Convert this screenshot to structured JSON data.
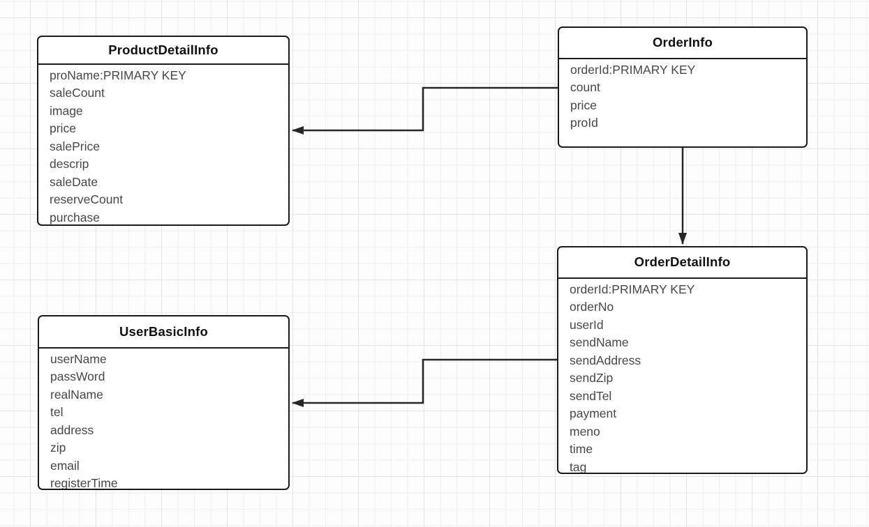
{
  "diagram": {
    "type": "entity-relationship",
    "entities": [
      {
        "id": "product-detail-info",
        "title": "ProductDetailInfo",
        "fields": [
          "proName:PRIMARY KEY",
          "saleCount",
          "image",
          "price",
          "salePrice",
          "descrip",
          "saleDate",
          "reserveCount",
          "purchase"
        ]
      },
      {
        "id": "order-info",
        "title": "OrderInfo",
        "fields": [
          "orderId:PRIMARY KEY",
          "count",
          "price",
          "proId"
        ]
      },
      {
        "id": "order-detail-info",
        "title": "OrderDetailInfo",
        "fields": [
          "orderId:PRIMARY KEY",
          "orderNo",
          "userId",
          "sendName",
          "sendAddress",
          "sendZip",
          "sendTel",
          "payment",
          "meno",
          "time",
          "tag"
        ]
      },
      {
        "id": "user-basic-info",
        "title": "UserBasicInfo",
        "fields": [
          "userName",
          "passWord",
          "realName",
          "tel",
          "address",
          "zip",
          "email",
          "registerTime"
        ]
      }
    ],
    "connections": [
      {
        "from": "OrderInfo",
        "to": "ProductDetailInfo",
        "style": "orthogonal-arrow"
      },
      {
        "from": "OrderInfo",
        "to": "OrderDetailInfo",
        "style": "orthogonal-arrow"
      },
      {
        "from": "OrderDetailInfo",
        "to": "UserBasicInfo",
        "style": "orthogonal-arrow"
      }
    ],
    "colors": {
      "entity_border": "#1a1a1a",
      "entity_background": "#ffffff",
      "title_text": "#111111",
      "field_text": "#474747",
      "connector": "#262626",
      "grid_minor": "#f0f0f0",
      "grid_major": "#e4e4e4",
      "canvas_background": "#fdfdfd"
    }
  }
}
